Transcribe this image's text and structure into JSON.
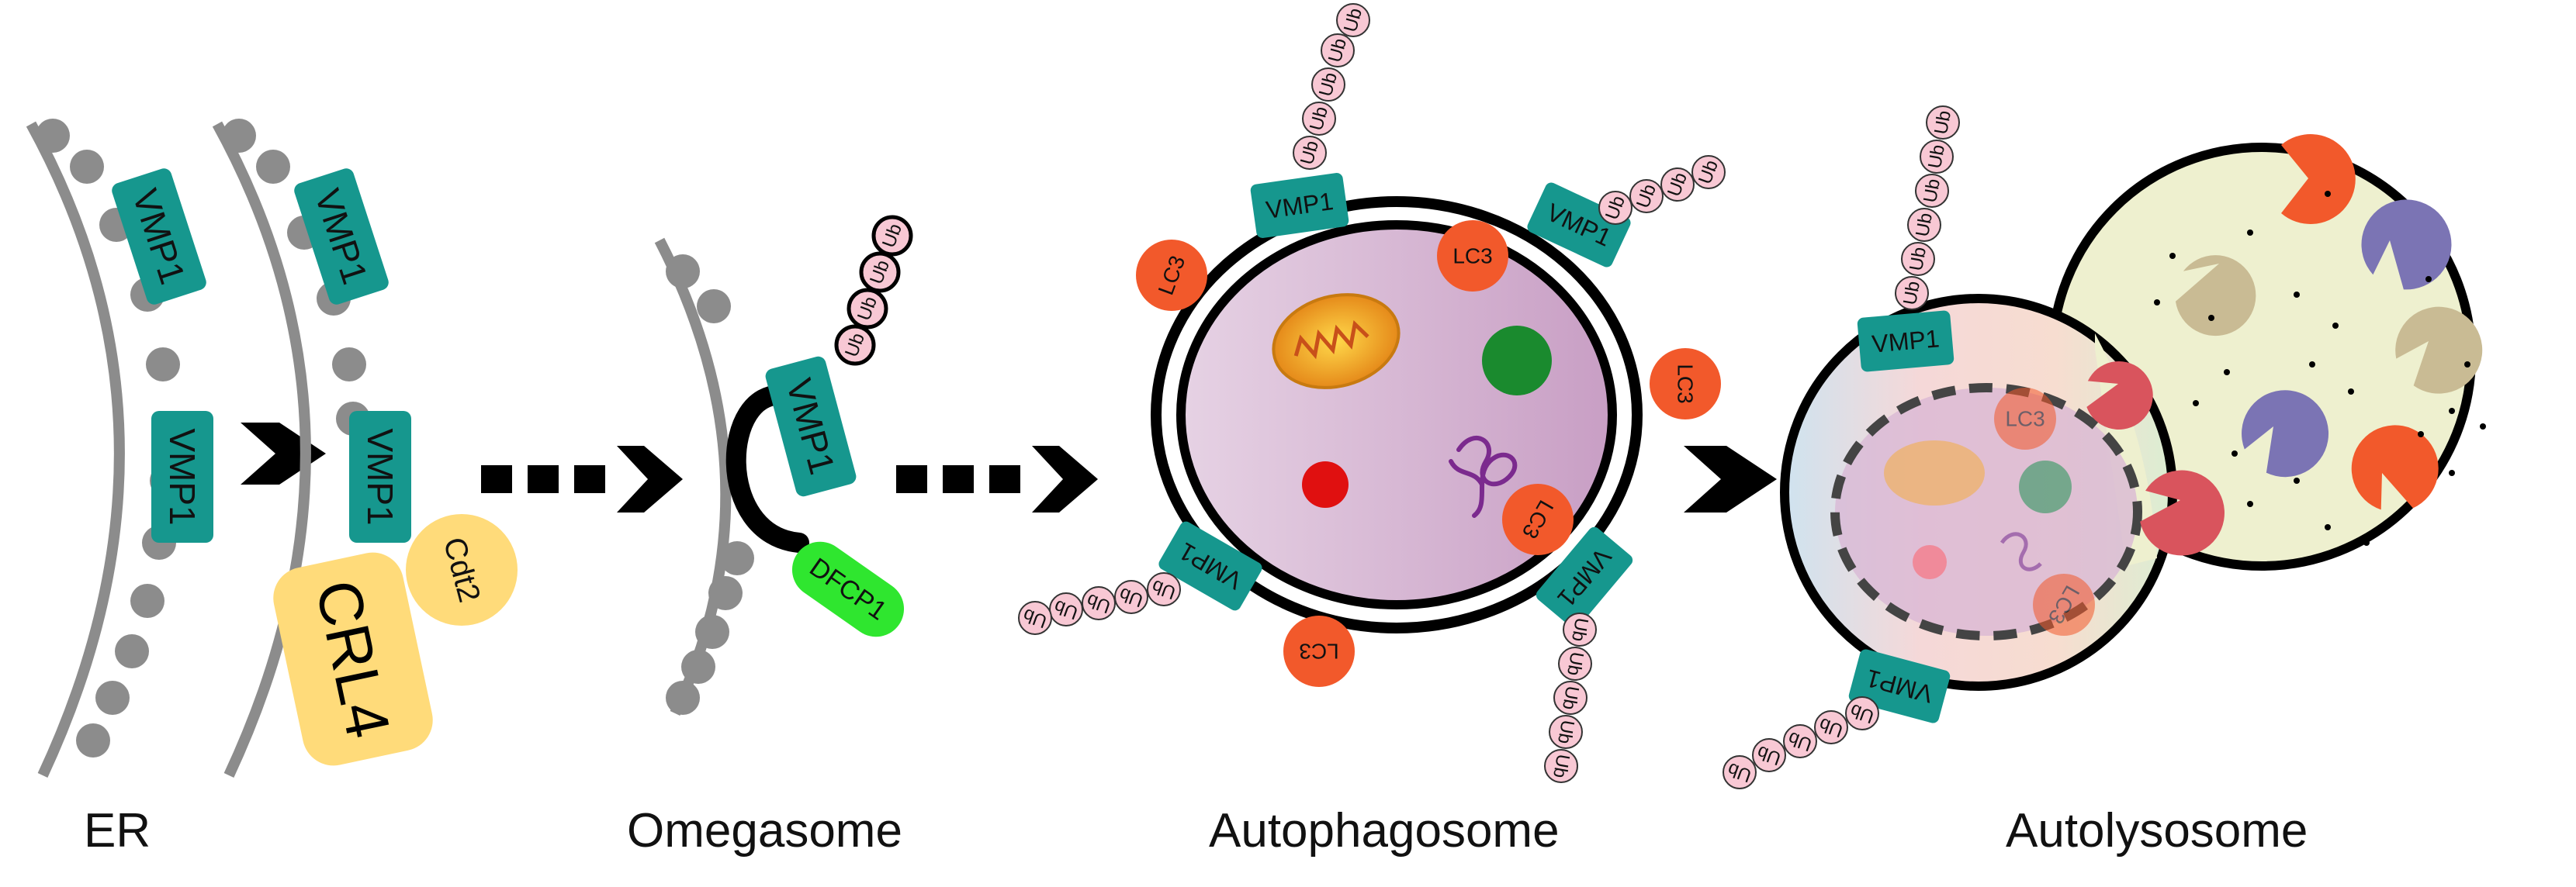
{
  "labels": {
    "vmp1": "VMP1",
    "ub": "Ub",
    "lc3": "LC3",
    "cdt2": "Cdt2",
    "crl4": "CRL4",
    "dfcp1": "DFCP1"
  },
  "stages": {
    "er": "ER",
    "omegasome": "Omegasome",
    "autophagosome": "Autophagosome",
    "autolysosome": "Autolysosome"
  },
  "colors": {
    "er_membrane": "#8c8c8c",
    "vmp1": "#16978e",
    "ub": "#f8c8d4",
    "lc3": "#f2592b",
    "crl4": "#ffdb7a",
    "dfcp1": "#2fe62f",
    "autophagosome_fill": "#d7b3d2",
    "lysosome_fill": "#eef0cf",
    "mitochondrion": "#f5a623",
    "arrow": "#000000"
  },
  "arrows": [
    {
      "from": "er",
      "to": "er_with_crl4",
      "style": "solid"
    },
    {
      "from": "er_with_crl4",
      "to": "omegasome",
      "style": "dashed"
    },
    {
      "from": "omegasome",
      "to": "autophagosome",
      "style": "dashed"
    },
    {
      "from": "autophagosome",
      "to": "autolysosome",
      "style": "solid"
    }
  ]
}
